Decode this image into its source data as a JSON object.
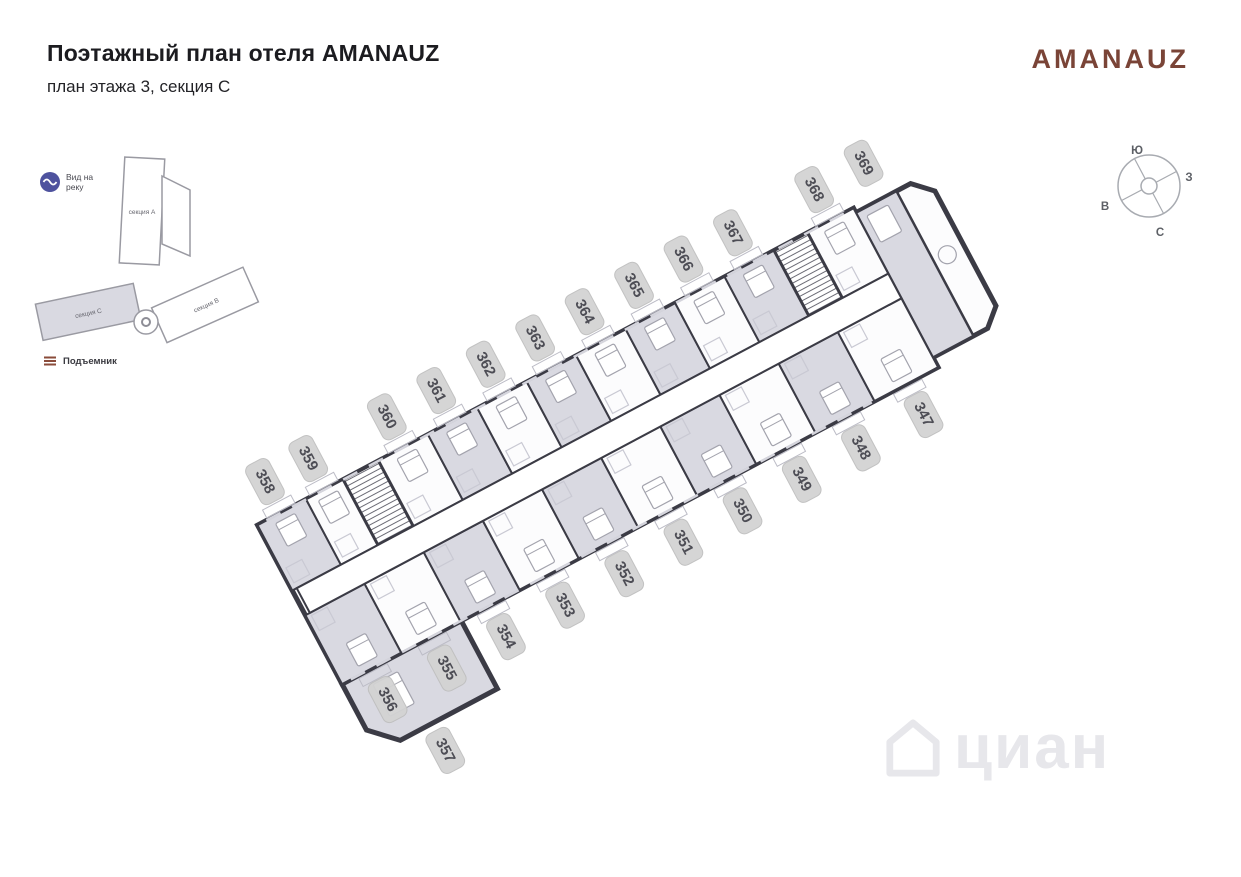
{
  "header": {
    "title": "Поэтажный план отеля AMANAUZ",
    "subtitle": "план этажа 3, секция С",
    "brand": "AMANAUZ"
  },
  "legend": {
    "river_view": "Вид на реку",
    "lift": "Подъемник",
    "section_a": "секция А",
    "section_b": "секция В",
    "section_c": "секция С"
  },
  "compass": {
    "top": "Ю",
    "right": "З",
    "left": "В",
    "bottom": "С"
  },
  "rooms": {
    "top_row": [
      "358",
      "359",
      "360",
      "361",
      "362",
      "363",
      "364",
      "365",
      "366",
      "367",
      "368",
      "369"
    ],
    "bottom_row": [
      "357",
      "356",
      "355",
      "354",
      "353",
      "352",
      "351",
      "350",
      "349",
      "348",
      "347"
    ]
  },
  "watermark": {
    "text": "циан"
  },
  "colors": {
    "brand": "#7a4437",
    "wall": "#3b3b45",
    "highlight_room": "#d9d9e1",
    "room_white": "#fcfcfd",
    "tag_bg": "#d3d3d3",
    "river_icon": "#4e529e",
    "lift_icon": "#8a4b3a"
  }
}
